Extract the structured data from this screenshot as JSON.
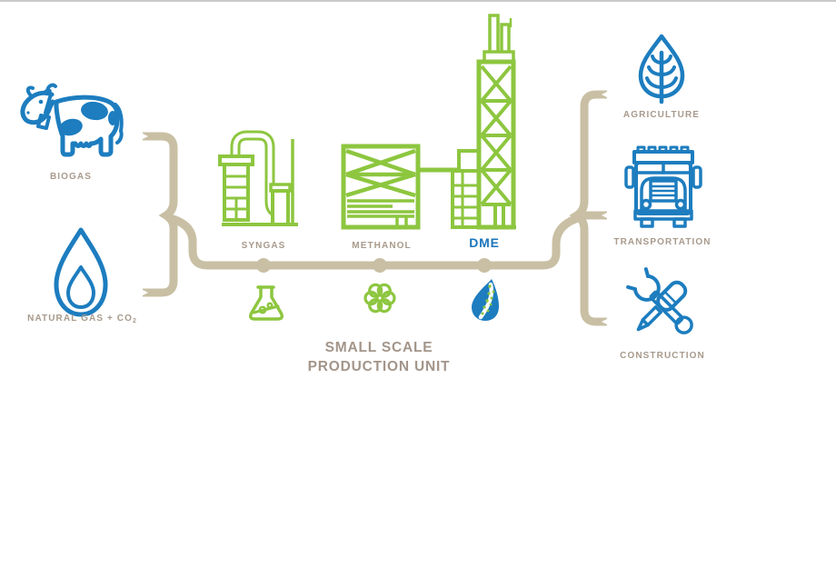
{
  "page": {
    "kind": "process-flow-infographic",
    "top_border_color": "#cacaca",
    "background": "#ffffff"
  },
  "colors": {
    "blue": "#1d7dbf",
    "blue_text": "#1b75bb",
    "green": "#8dc63f",
    "tan_line": "#c9bfa4",
    "tan_text": "#a89a8c",
    "title_text": "#a3958a"
  },
  "inputs": {
    "items": [
      {
        "label": "BIOGAS",
        "icon": "cow-icon"
      },
      {
        "label_main": "NATURAL GAS + CO",
        "label_sub": "2",
        "icon": "flame-icon"
      }
    ]
  },
  "process": {
    "title_line1": "SMALL SCALE",
    "title_line2": "PRODUCTION UNIT",
    "stages": [
      {
        "label": "SYNGAS",
        "plant_icon": "syngas-plant-icon",
        "product_icon": "flask-icon"
      },
      {
        "label": "METHANOL",
        "plant_icon": "methanol-plant-icon",
        "product_icon": "atom-icon"
      },
      {
        "label": "DME",
        "plant_icon": "dme-tower-icon",
        "product_icon": "droplet-icon",
        "highlight_color": "#1b75bb"
      }
    ]
  },
  "outputs": {
    "items": [
      {
        "label": "AGRICULTURE",
        "icon": "leaf-icon"
      },
      {
        "label": "TRANSPORTATION",
        "icon": "truck-icon"
      },
      {
        "label": "CONSTRUCTION",
        "icon": "tools-icon"
      }
    ]
  }
}
